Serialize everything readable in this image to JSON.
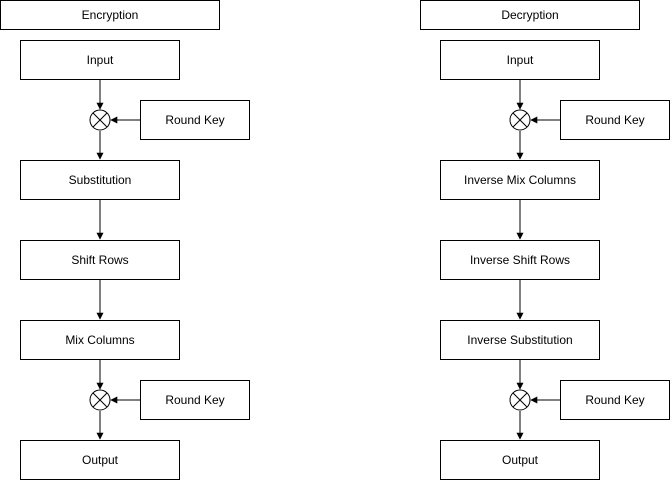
{
  "encryption": {
    "title": "Encryption",
    "input": "Input",
    "round_key_1": "Round Key",
    "step_1": "Substitution",
    "step_2": "Shift Rows",
    "step_3": "Mix Columns",
    "round_key_2": "Round Key",
    "output": "Output"
  },
  "decryption": {
    "title": "Decryption",
    "input": "Input",
    "round_key_1": "Round Key",
    "step_1": "Inverse Mix Columns",
    "step_2": "Inverse Shift Rows",
    "step_3": "Inverse Substitution",
    "round_key_2": "Round Key",
    "output": "Output"
  },
  "colors": {
    "stroke": "#000000",
    "fill": "#ffffff"
  },
  "icons": {
    "xor": "circled-x-icon",
    "arrow": "arrow-down-icon"
  }
}
